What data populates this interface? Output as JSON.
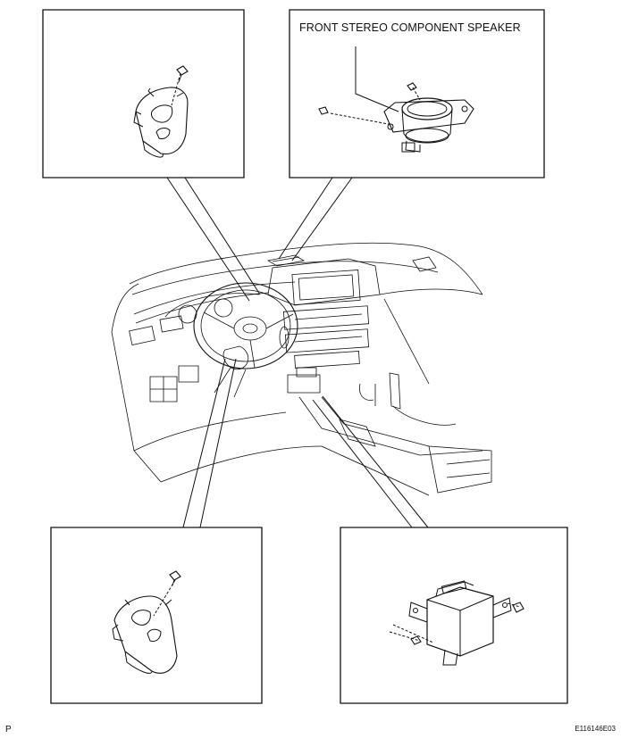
{
  "labels": {
    "speaker_callout": "FRONT STEREO COMPONENT SPEAKER",
    "corner_left": "P",
    "figure_code": "E116146E03"
  },
  "parts": {
    "top_left_inset": "steering-switch-right-icon",
    "top_right_inset": "front-stereo-component-speaker-icon",
    "bottom_left_inset": "steering-switch-left-icon",
    "bottom_right_inset": "control-module-icon",
    "center": "vehicle-dashboard-icon",
    "fastener": "screw-icon"
  },
  "colors": {
    "line": "#111111",
    "background": "#ffffff"
  }
}
